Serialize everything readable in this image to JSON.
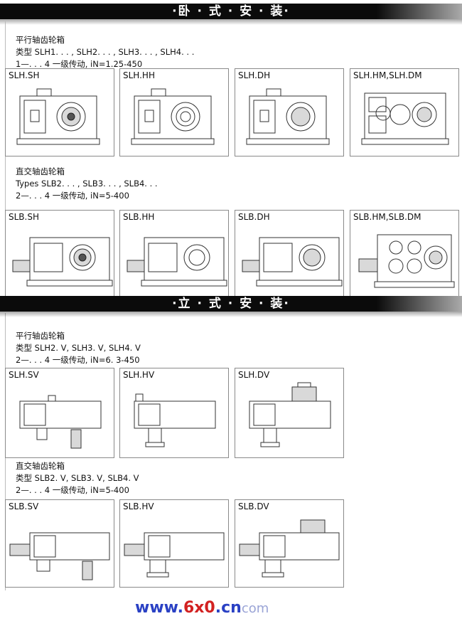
{
  "banners": {
    "horizontal": "·卧 · 式 · 安 · 装·",
    "vertical": "·立 · 式 · 安 · 装·"
  },
  "sections": [
    {
      "line1": "平行轴齿轮箱",
      "line2": "类型 SLH1. . . , SLH2. . . , SLH3. . . , SLH4. . .",
      "line3": "1—. . . 4 一级传动, iN=1.25-450",
      "panels": [
        "SLH.SH",
        "SLH.HH",
        "SLH.DH",
        "SLH.HM,SLH.DM"
      ]
    },
    {
      "line1": "直交轴齿轮箱",
      "line2": "Types SLB2. . . , SLB3. . . , SLB4. . .",
      "line3": "2—. . . 4 一级传动, iN=5-400",
      "panels": [
        "SLB.SH",
        "SLB.HH",
        "SLB.DH",
        "SLB.HM,SLB.DM"
      ]
    },
    {
      "line1": "平行轴齿轮箱",
      "line2": "类型 SLH2. V, SLH3. V, SLH4. V",
      "line3": "2—. . . 4 一级传动, iN=6. 3-450",
      "panels": [
        "SLH.SV",
        "SLH.HV",
        "SLH.DV"
      ]
    },
    {
      "line1": "直交轴齿轮箱",
      "line2": "类型 SLB2. V, SLB3. V, SLB4. V",
      "line3": "2—. . . 4 一级传动, iN=5-400",
      "panels": [
        "SLB.SV",
        "SLB.HV",
        "SLB.DV"
      ]
    }
  ],
  "watermark": {
    "prefix": "www.",
    "main": "6x0",
    "suffix": ".cn",
    "tail": "com"
  }
}
